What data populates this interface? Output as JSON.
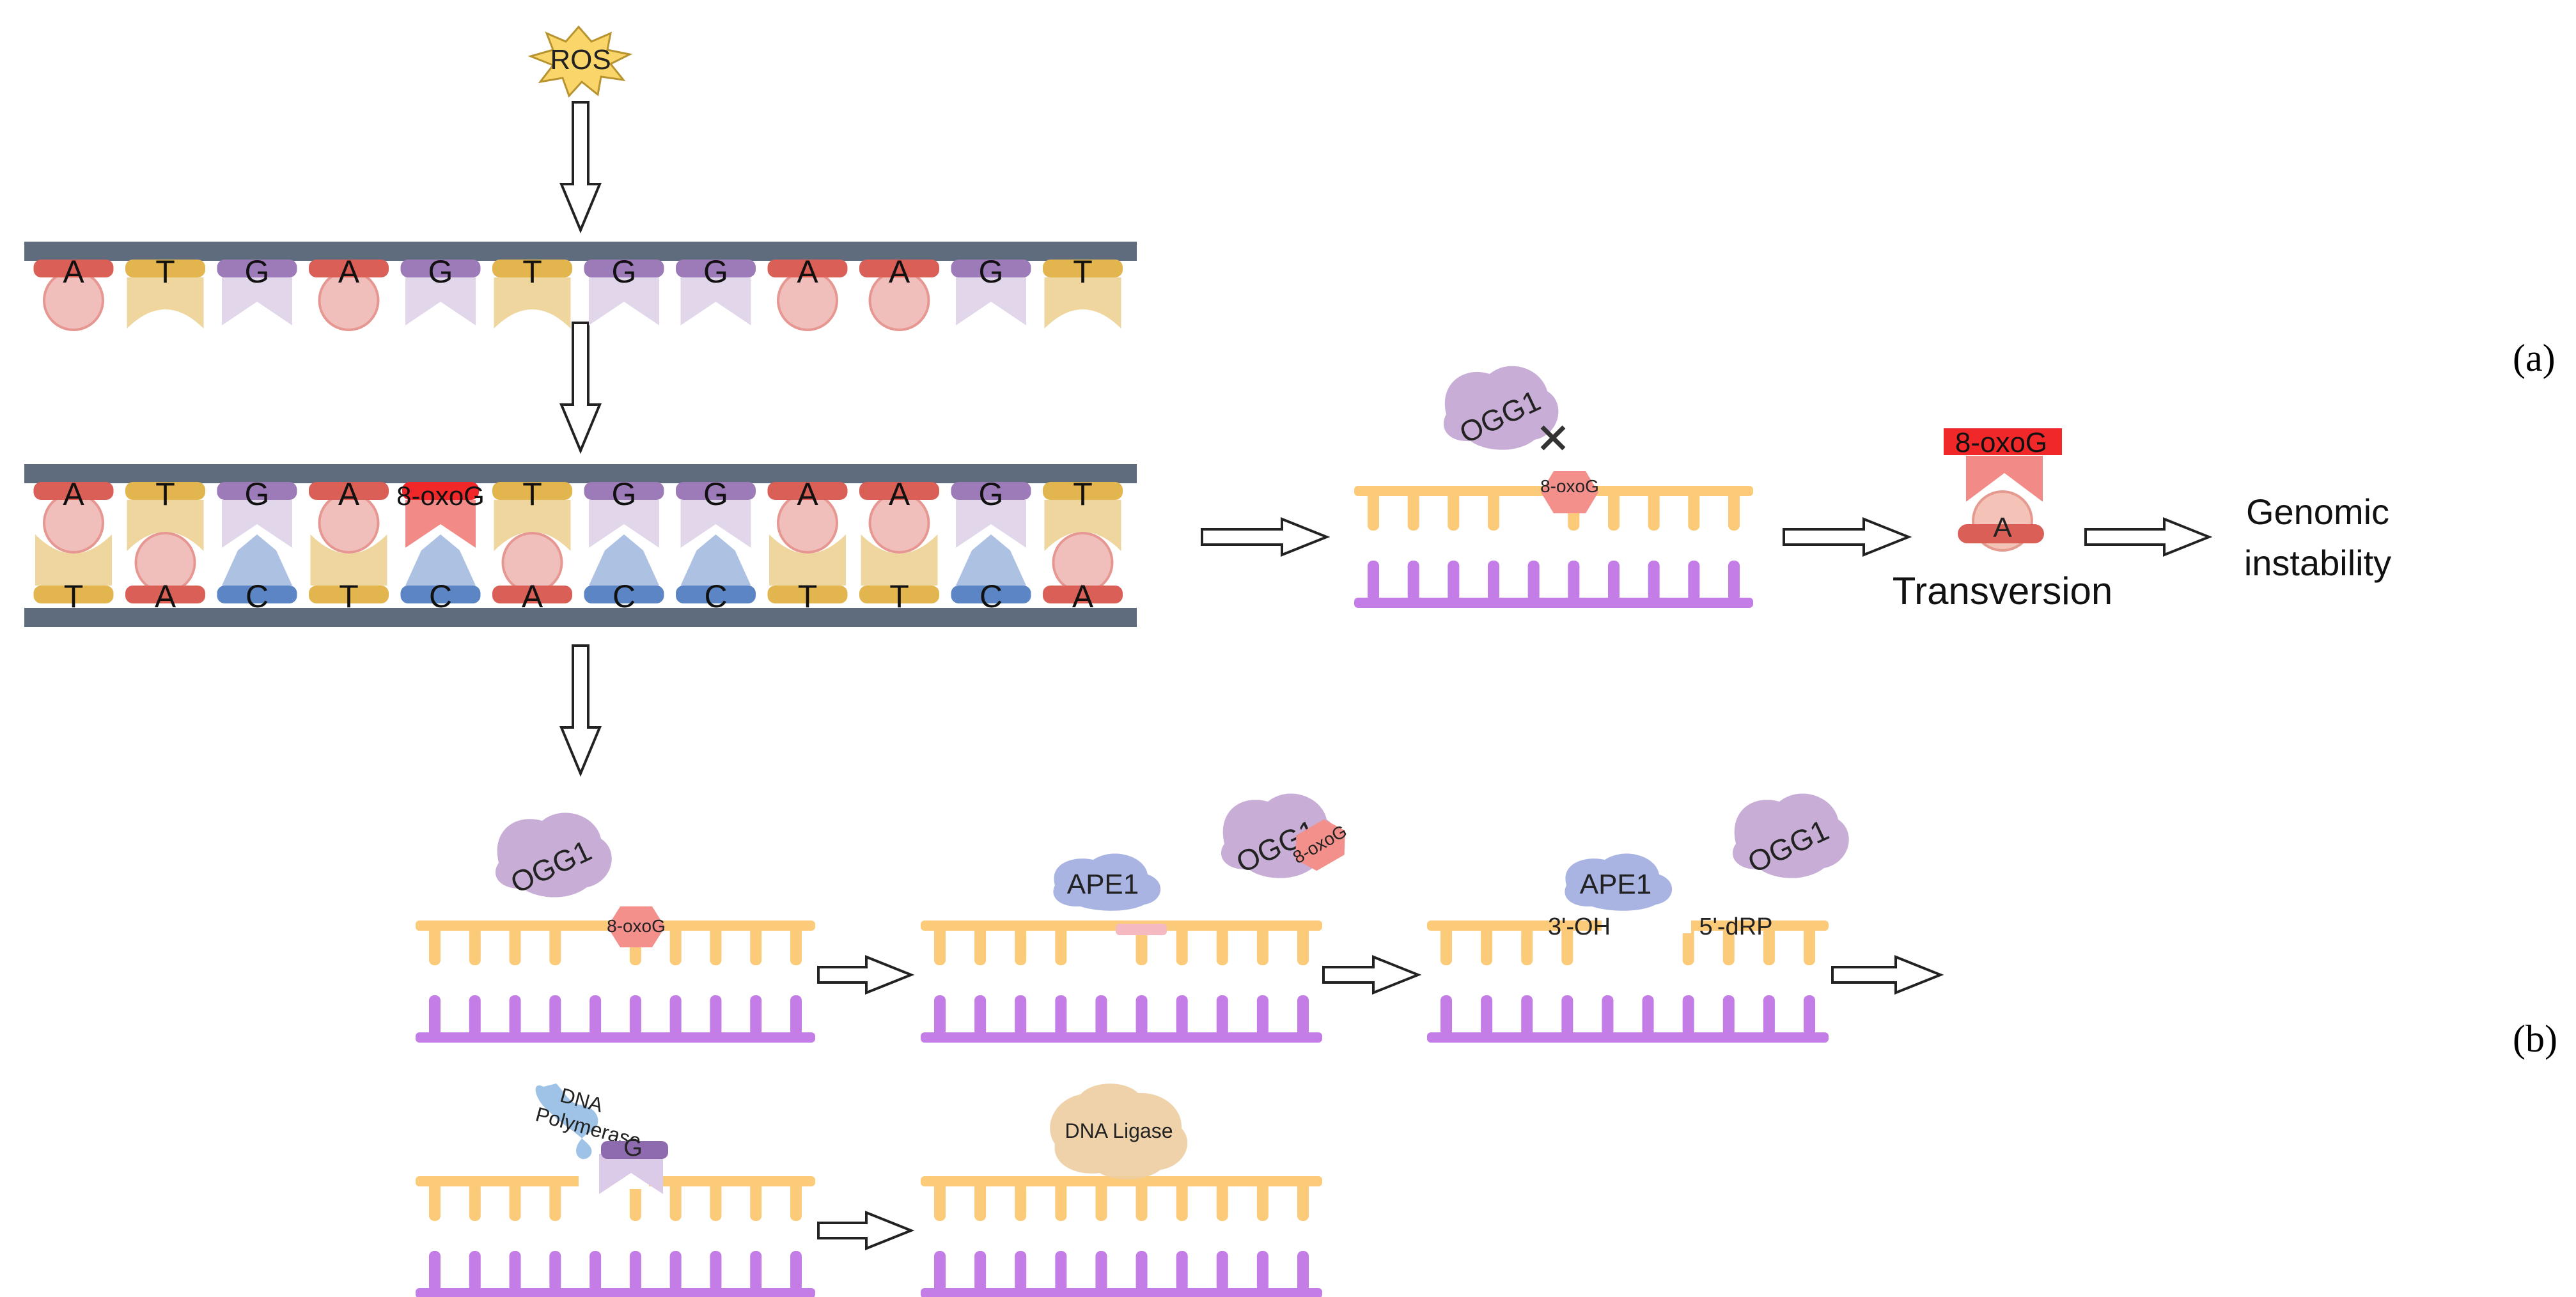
{
  "ros_label": "ROS",
  "top_strand_bases": [
    "A",
    "T",
    "G",
    "A",
    "G",
    "T",
    "G",
    "G",
    "A",
    "A",
    "G",
    "T"
  ],
  "damaged_top_bases": [
    "A",
    "T",
    "G",
    "A",
    "8-oxoG",
    "T",
    "G",
    "G",
    "A",
    "A",
    "G",
    "T"
  ],
  "damaged_bottom_bases": [
    "T",
    "A",
    "C",
    "T",
    "C",
    "A",
    "C",
    "C",
    "T",
    "T",
    "C",
    "A"
  ],
  "panel_a_label": "(a)",
  "panel_b_label": "(b)",
  "ogg1_label": "OGG1",
  "ape1_label": "APE1",
  "oxoG_small": "8-oxoG",
  "oxoG_large": "8-oxoG",
  "transversion_pair_base": "A",
  "transversion_label": "Transversion",
  "genomic_instability": [
    "Genomic",
    "instability"
  ],
  "three_prime_oh": "3'-OH",
  "five_prime_drp": "5'-dRP",
  "dna_polymerase": [
    "DNA",
    "Polymerase"
  ],
  "inserted_base": "G",
  "dna_ligase": "DNA Ligase",
  "colors": {
    "backbone": "#5E6C7E",
    "A": "#D95F57",
    "T": "#E2B54F",
    "G": "#9D7BB8",
    "C": "#5B85C4",
    "oxo": "#F0282A",
    "ladder_top": "#FBCB7A",
    "ladder_bottom": "#C47CE6",
    "protein": "#C8AED6",
    "ape1": "#A9B4E3",
    "polymerase": "#9EC3E6",
    "ligase": "#EDCDA0",
    "hexagon": "#F3908C"
  }
}
